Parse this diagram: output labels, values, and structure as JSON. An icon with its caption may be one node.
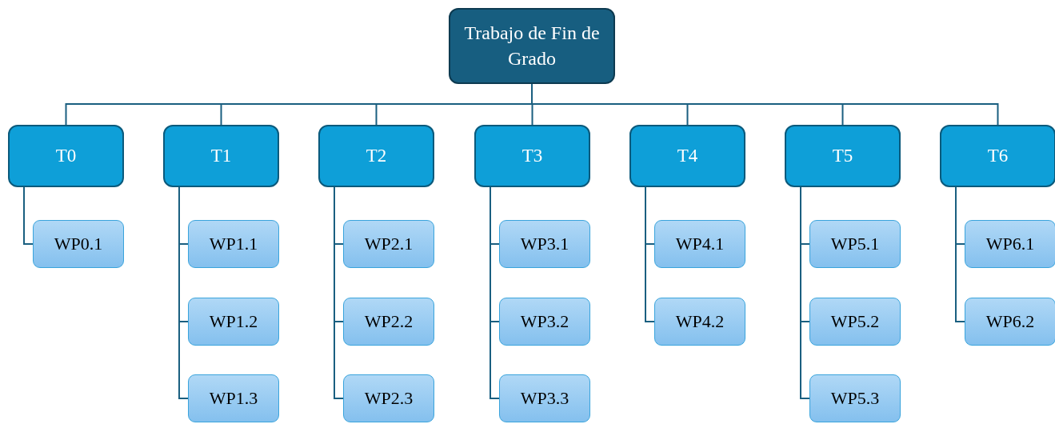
{
  "diagram": {
    "nodes": [
      {
        "text": [
          "Trabajo de Fin de Grado"
        ]
      },
      {
        "text": [
          "T0"
        ]
      },
      {
        "text": [
          "T1"
        ]
      },
      {
        "text": [
          "T2"
        ]
      },
      {
        "text": [
          "T3"
        ]
      },
      {
        "text": [
          "T4"
        ]
      },
      {
        "text": [
          "T5"
        ]
      },
      {
        "text": [
          "T6"
        ]
      },
      {
        "text": [
          "WP0.1"
        ]
      },
      {
        "text": [
          "WP1.1"
        ]
      },
      {
        "text": [
          "WP1.2"
        ]
      },
      {
        "text": [
          "WP1.3"
        ]
      },
      {
        "text": [
          "WP2.1"
        ]
      },
      {
        "text": [
          "WP2.2"
        ]
      },
      {
        "text": [
          "WP2.3"
        ]
      },
      {
        "text": [
          "WP3.1"
        ]
      },
      {
        "text": [
          "WP3.2"
        ]
      },
      {
        "text": [
          "WP3.3"
        ]
      },
      {
        "text": [
          "WP4.1"
        ]
      },
      {
        "text": [
          "WP4.2"
        ]
      },
      {
        "text": [
          "WP5.1"
        ]
      },
      {
        "text": [
          "WP5.2"
        ]
      },
      {
        "text": [
          "WP5.3"
        ]
      },
      {
        "text": [
          "WP6.1"
        ]
      },
      {
        "text": [
          "WP6.2"
        ]
      }
    ],
    "edges": [
      {
        "from": 0,
        "to": 1,
        "arrow": "none"
      },
      {
        "from": 0,
        "to": 2,
        "arrow": "none"
      },
      {
        "from": 0,
        "to": 3,
        "arrow": "none"
      },
      {
        "from": 0,
        "to": 4,
        "arrow": "none"
      },
      {
        "from": 0,
        "to": 5,
        "arrow": "none"
      },
      {
        "from": 0,
        "to": 6,
        "arrow": "none"
      },
      {
        "from": 0,
        "to": 7,
        "arrow": "none"
      },
      {
        "from": 1,
        "to": 8,
        "arrow": "none"
      },
      {
        "from": 2,
        "to": 9,
        "arrow": "none"
      },
      {
        "from": 2,
        "to": 10,
        "arrow": "none"
      },
      {
        "from": 2,
        "to": 11,
        "arrow": "none"
      },
      {
        "from": 3,
        "to": 12,
        "arrow": "none"
      },
      {
        "from": 3,
        "to": 13,
        "arrow": "none"
      },
      {
        "from": 3,
        "to": 14,
        "arrow": "none"
      },
      {
        "from": 4,
        "to": 15,
        "arrow": "none"
      },
      {
        "from": 4,
        "to": 16,
        "arrow": "none"
      },
      {
        "from": 4,
        "to": 17,
        "arrow": "none"
      },
      {
        "from": 5,
        "to": 18,
        "arrow": "none"
      },
      {
        "from": 5,
        "to": 19,
        "arrow": "none"
      },
      {
        "from": 6,
        "to": 20,
        "arrow": "none"
      },
      {
        "from": 6,
        "to": 21,
        "arrow": "none"
      },
      {
        "from": 6,
        "to": 22,
        "arrow": "none"
      },
      {
        "from": 7,
        "to": 23,
        "arrow": "none"
      },
      {
        "from": 7,
        "to": 24,
        "arrow": "none"
      }
    ]
  }
}
